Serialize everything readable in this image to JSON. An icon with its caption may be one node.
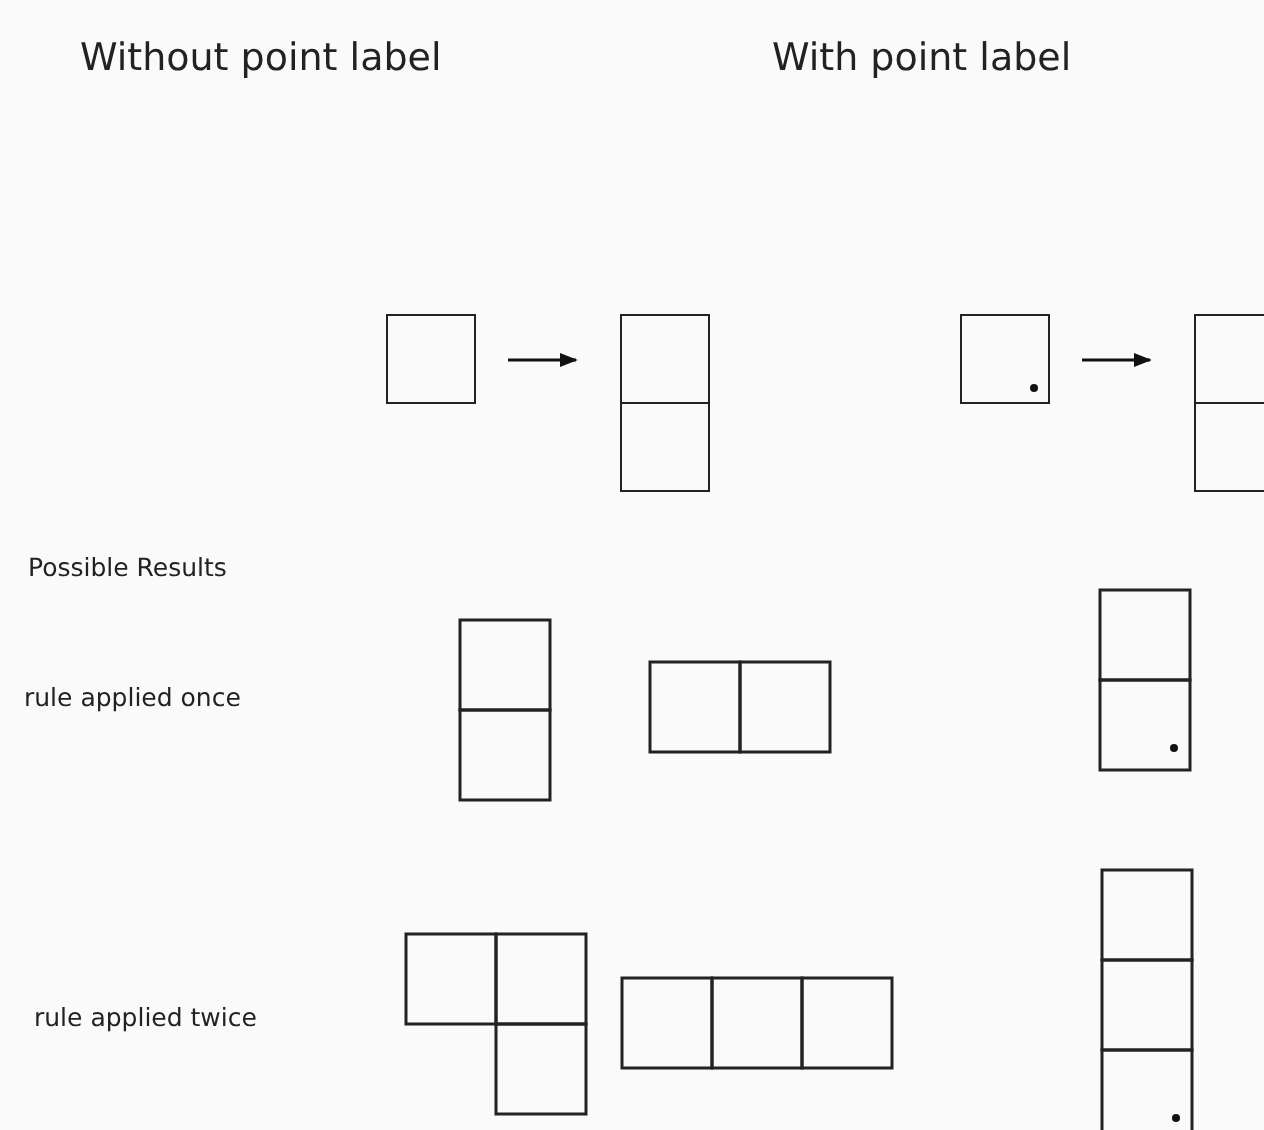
{
  "diagram": {
    "nodes": [
      {
        "text": [],
        "shape": "box"
      },
      {
        "text": [],
        "shape": "box"
      },
      {
        "text": [],
        "shape": "box"
      },
      {
        "text": [],
        "shape": "box"
      }
    ],
    "edges": [
      {
        "from": 0,
        "to": 1,
        "arrow": "to"
      },
      {
        "from": 2,
        "to": 3,
        "arrow": "to"
      }
    ],
    "labels": [
      "Without point label",
      "With point label",
      "Possible Results",
      "rule applied once",
      "rule applied twice"
    ]
  }
}
